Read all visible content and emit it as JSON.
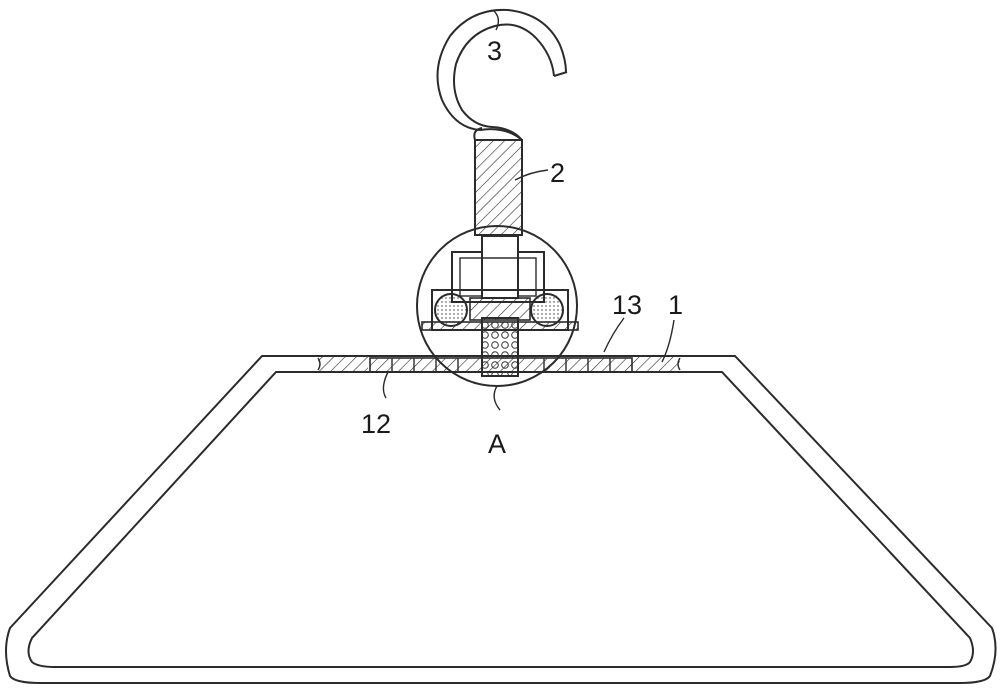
{
  "figure": {
    "labels": {
      "hook": "3",
      "shaft": "2",
      "slot": "13",
      "body": "1",
      "sleeve": "12",
      "detail": "A"
    }
  }
}
